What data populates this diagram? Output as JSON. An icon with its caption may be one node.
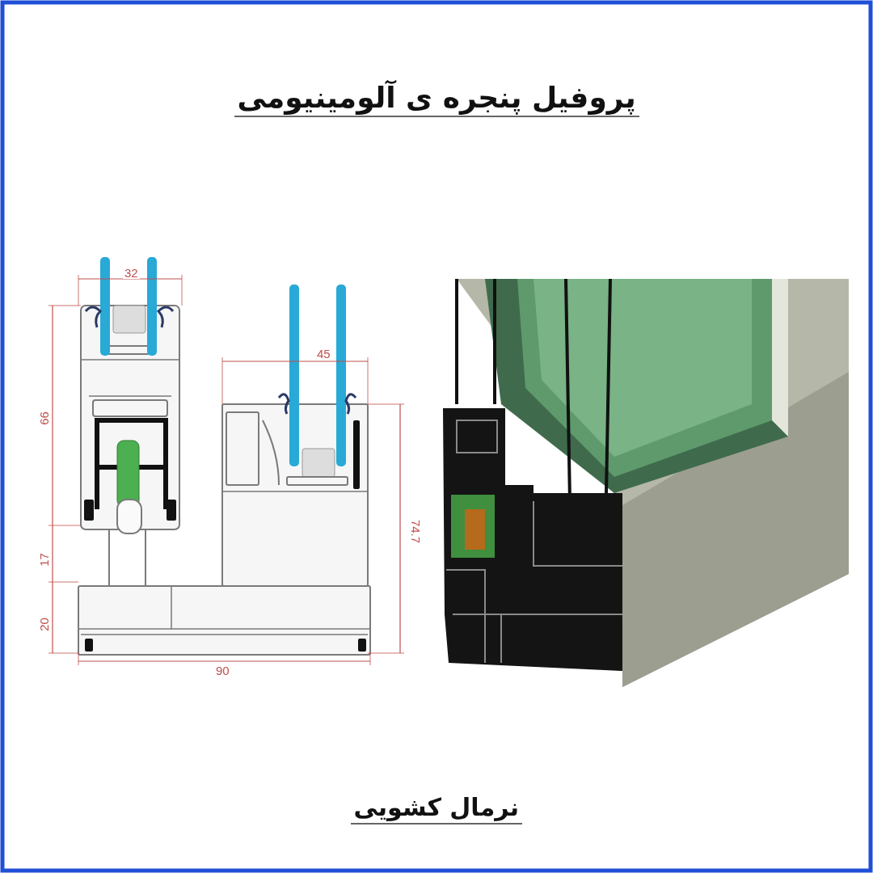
{
  "diagram": {
    "title": "پروفیل پنجره ی آلومینیومی",
    "caption": "نرمال کشویی",
    "labels": [
      "32",
      "45",
      "66",
      "74.7",
      "17",
      "20",
      "90"
    ]
  }
}
